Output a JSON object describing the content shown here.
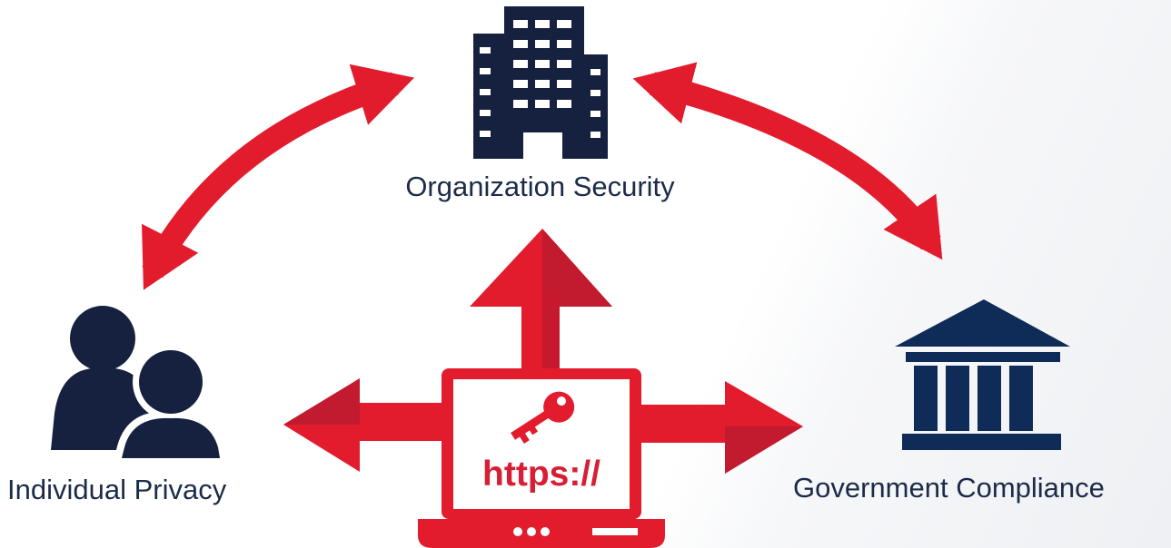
{
  "diagram": {
    "nodes": {
      "organization": {
        "label": "Organization Security",
        "icon": "building-icon"
      },
      "individual": {
        "label": "Individual Privacy",
        "icon": "users-icon"
      },
      "government": {
        "label": "Government Compliance",
        "icon": "government-building-icon"
      }
    },
    "center": {
      "text": "https://",
      "icons": [
        "laptop-icon",
        "key-icon"
      ]
    },
    "edges": [
      {
        "from": "organization",
        "to": "individual",
        "style": "bidirectional-curved"
      },
      {
        "from": "organization",
        "to": "government",
        "style": "bidirectional-curved"
      },
      {
        "from": "center",
        "to": "organization",
        "style": "straight"
      },
      {
        "from": "center",
        "to": "individual",
        "style": "straight"
      },
      {
        "from": "center",
        "to": "government",
        "style": "straight"
      }
    ]
  },
  "colors": {
    "arrow_red": "#e21c2d",
    "arrow_shade": "#c21a2e",
    "navy": "#15213f",
    "gov_navy": "#0f2b57",
    "text": "#1c2b4a"
  }
}
